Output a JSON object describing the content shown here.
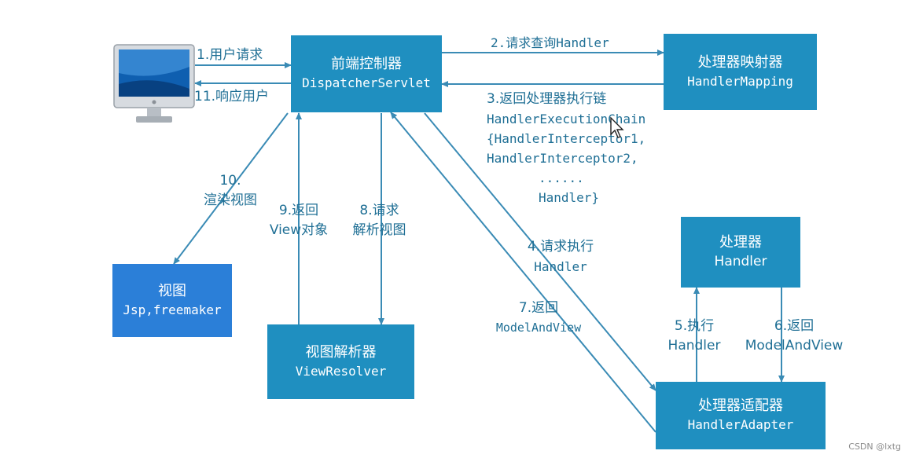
{
  "nodes": {
    "dispatcher": {
      "zh": "前端控制器",
      "en": "DispatcherServlet"
    },
    "mapping": {
      "zh": "处理器映射器",
      "en": "HandlerMapping"
    },
    "handler": {
      "zh": "处理器",
      "en": "Handler"
    },
    "adapter": {
      "zh": "处理器适配器",
      "en": "HandlerAdapter"
    },
    "resolver": {
      "zh": "视图解析器",
      "en": "ViewResolver"
    },
    "view": {
      "zh": "视图",
      "en": "Jsp,freemaker"
    }
  },
  "steps": {
    "s1": "1.用户请求",
    "s2": "2.请求查询Handler",
    "s3": [
      "3.返回处理器执行链",
      "HandlerExecutionChain",
      "{HandlerInterceptor1,",
      "HandlerInterceptor2,",
      "......",
      "Handler}"
    ],
    "s4": [
      "4.请求执行",
      "Handler"
    ],
    "s5": [
      "5.执行",
      "Handler"
    ],
    "s6": [
      "6.返回",
      "ModelAndView"
    ],
    "s7": [
      "7.返回",
      "ModelAndView"
    ],
    "s8": [
      "8.请求",
      "解析视图"
    ],
    "s9": [
      "9.返回",
      "View对象"
    ],
    "s10": [
      "10.",
      "渲染视图"
    ],
    "s11": "11.响应用户"
  },
  "watermark": "CSDN @lxtg",
  "colors": {
    "box_teal": "#1f8fc0",
    "box_blue": "#2b7fd8",
    "arrow": "#3a8bb5",
    "label": "#1f6f95"
  },
  "icons": {
    "user": "monitor-icon",
    "cursor": "mouse-cursor-icon"
  }
}
